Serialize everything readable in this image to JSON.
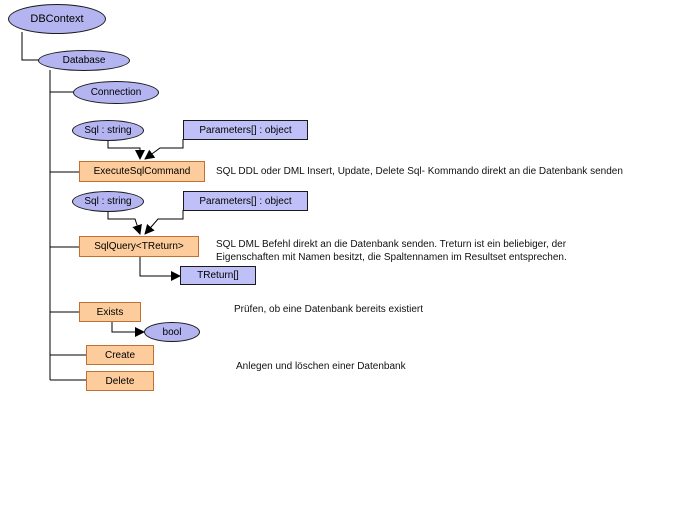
{
  "nodes": {
    "dbcontext": "DBContext",
    "database": "Database",
    "connection": "Connection",
    "sql_param_1": "Sql : string",
    "parameters_1": "Parameters[] : object",
    "execute_sql_command": "ExecuteSqlCommand",
    "sql_param_2": "Sql : string",
    "parameters_2": "Parameters[] : object",
    "sql_query": "SqlQuery<TReturn>",
    "treturn_array": "TReturn[]",
    "exists": "Exists",
    "bool": "bool",
    "create": "Create",
    "delete": "Delete"
  },
  "notes": {
    "execute_sql_command": "SQL DDL oder DML Insert, Update, Delete Sql- Kommando direkt an die Datenbank senden",
    "sql_query_line1": "SQL DML Befehl direkt an die Datenbank senden. Treturn ist ein beliebiger, der",
    "sql_query_line2": "Eigenschaften mit Namen besitzt, die Spaltennamen im Resultset entsprechen.",
    "exists": "Prüfen, ob eine Datenbank bereits existiert",
    "create_delete": "Anlegen und löschen einer Datenbank"
  },
  "colors": {
    "ellipse_fill": "#b4b4f0",
    "blue_box_fill": "#c0c0f8",
    "orange_box_fill": "#fccc9c",
    "line": "#000000"
  }
}
